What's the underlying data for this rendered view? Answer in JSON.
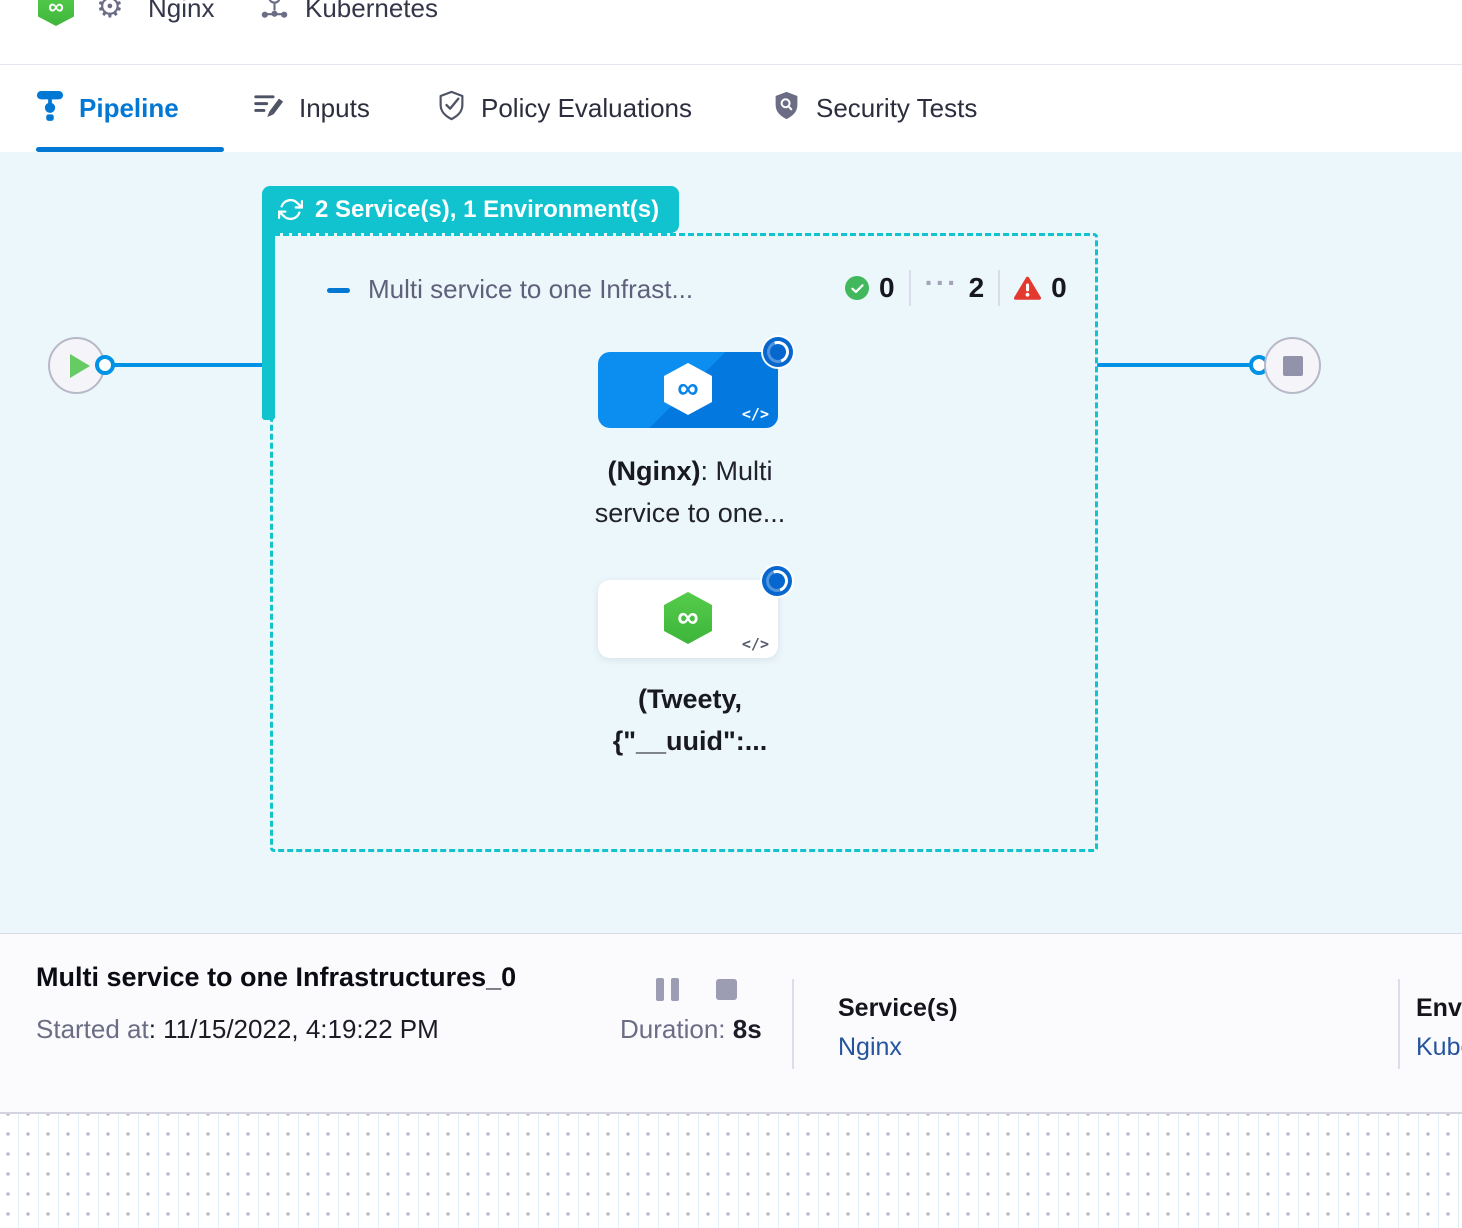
{
  "header": {
    "service_name": "Nginx",
    "environment_name": "Kubernetes"
  },
  "tabs": {
    "pipeline": "Pipeline",
    "inputs": "Inputs",
    "policy_evaluations": "Policy Evaluations",
    "security_tests": "Security Tests"
  },
  "stage": {
    "badge_label": "2 Service(s), 1 Environment(s)",
    "title": "Multi service to one Infrast...",
    "success_count": "0",
    "running_count": "2",
    "failed_count": "0"
  },
  "nodes": {
    "nginx": {
      "bold": "(Nginx)",
      "rest": ": Multi service to one..."
    },
    "tweety": {
      "bold": "(Tweety, {\"__uuid\":..."
    }
  },
  "footer": {
    "title": "Multi service to one Infrastructures_0",
    "started_label": "Started at",
    "started_value": ": 11/15/2022, 4:19:22 PM",
    "duration_label": "Duration: ",
    "duration_value": "8s",
    "services_label": "Service(s)",
    "services_value": "Nginx",
    "environments_label": "Environment(s)",
    "environments_value": "Kubernetes"
  },
  "icons": {
    "infinity": "∞",
    "code": "</>",
    "gear": "⚙",
    "running_dots": "···"
  },
  "colors": {
    "teal": "#10C3CF",
    "edge_blue": "#0092E4",
    "tab_blue": "#0278D5",
    "success_green": "#42B85C",
    "fail_red": "#E3392E",
    "link_navy": "#25539E"
  }
}
